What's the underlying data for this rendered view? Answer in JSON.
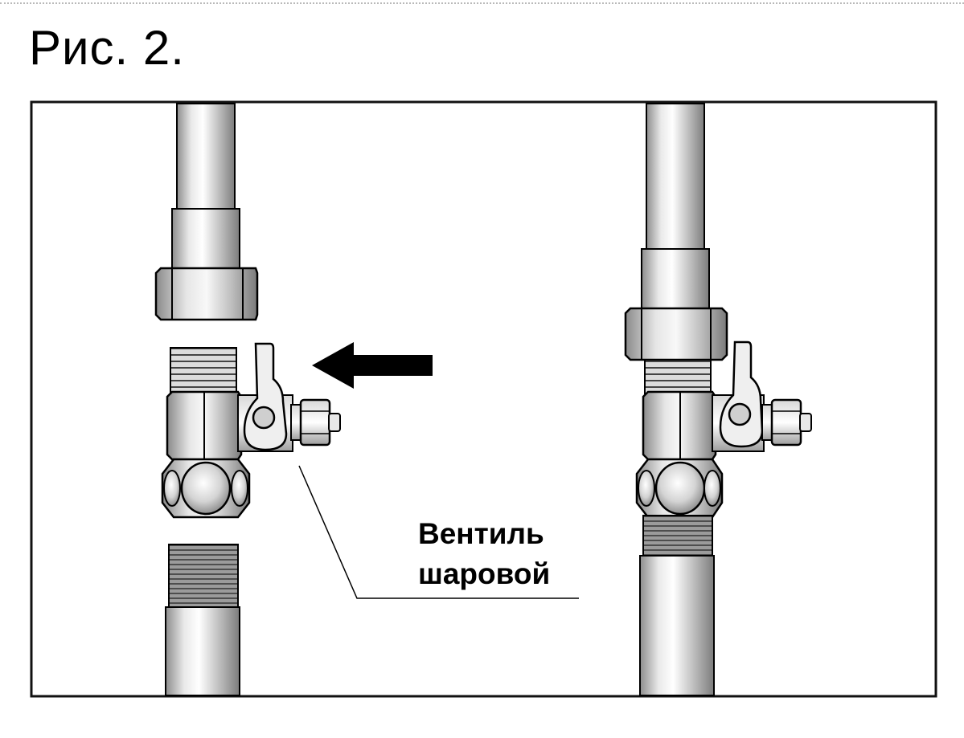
{
  "figure": {
    "title": "Рис. 2."
  },
  "callout": {
    "line1": "Вентиль",
    "line2": "шаровой"
  },
  "palette": {
    "ink": "#000000",
    "metal_light": "#f2f2f2",
    "metal_mid": "#c9c9c9",
    "metal_dark": "#9a9a9a",
    "frame": "#111111"
  }
}
